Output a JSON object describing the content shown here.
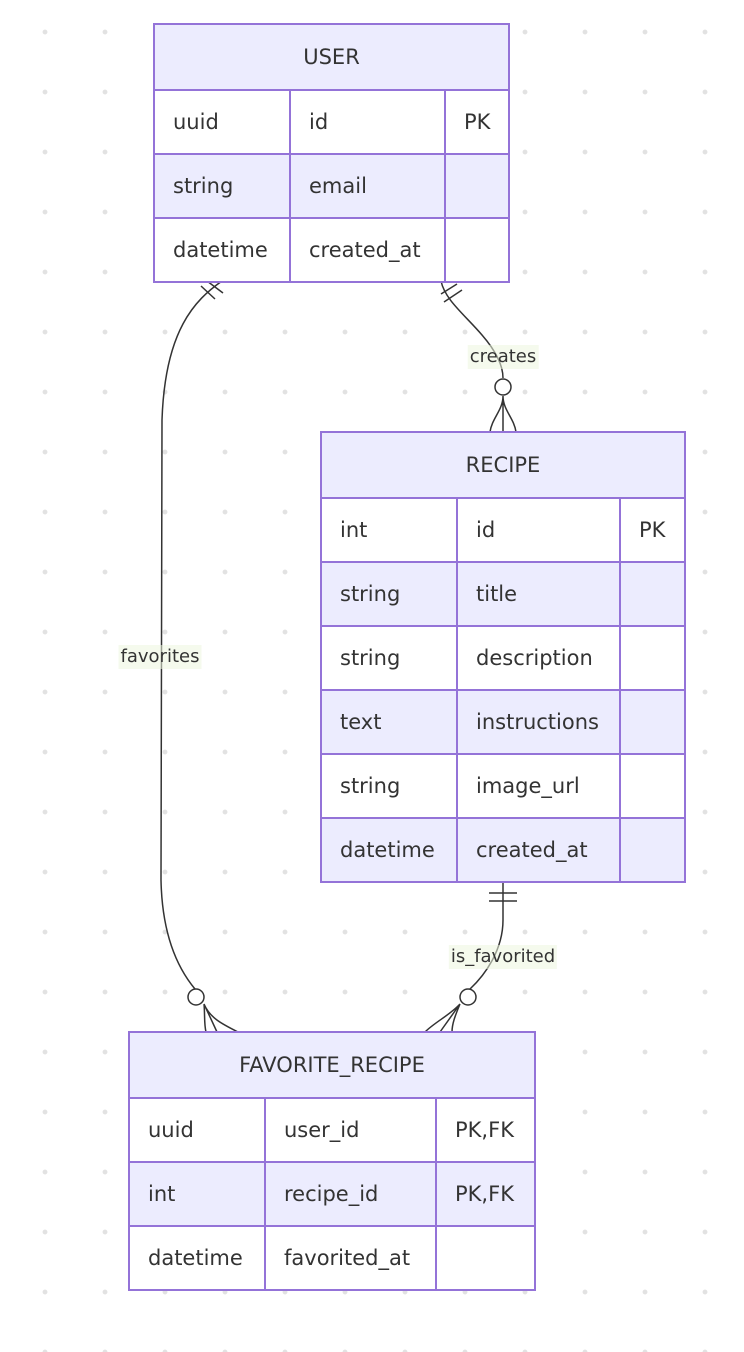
{
  "entities": {
    "user": {
      "name": "USER",
      "attributes": [
        {
          "type": "uuid",
          "name": "id",
          "key": "PK"
        },
        {
          "type": "string",
          "name": "email",
          "key": ""
        },
        {
          "type": "datetime",
          "name": "created_at",
          "key": ""
        }
      ]
    },
    "recipe": {
      "name": "RECIPE",
      "attributes": [
        {
          "type": "int",
          "name": "id",
          "key": "PK"
        },
        {
          "type": "string",
          "name": "title",
          "key": ""
        },
        {
          "type": "string",
          "name": "description",
          "key": ""
        },
        {
          "type": "text",
          "name": "instructions",
          "key": ""
        },
        {
          "type": "string",
          "name": "image_url",
          "key": ""
        },
        {
          "type": "datetime",
          "name": "created_at",
          "key": ""
        }
      ]
    },
    "favorite_recipe": {
      "name": "FAVORITE_RECIPE",
      "attributes": [
        {
          "type": "uuid",
          "name": "user_id",
          "key": "PK,FK"
        },
        {
          "type": "int",
          "name": "recipe_id",
          "key": "PK,FK"
        },
        {
          "type": "datetime",
          "name": "favorited_at",
          "key": ""
        }
      ]
    }
  },
  "relationships": {
    "creates": {
      "label": "creates",
      "from": "USER",
      "to": "RECIPE",
      "from_cardinality": "exactly-one",
      "to_cardinality": "zero-or-many"
    },
    "favorites": {
      "label": "favorites",
      "from": "USER",
      "to": "FAVORITE_RECIPE",
      "from_cardinality": "exactly-one",
      "to_cardinality": "zero-or-many"
    },
    "is_favorited": {
      "label": "is_favorited",
      "from": "RECIPE",
      "to": "FAVORITE_RECIPE",
      "from_cardinality": "exactly-one",
      "to_cardinality": "zero-or-many"
    }
  },
  "colors": {
    "border": "#9473d8",
    "header_fill": "#ececfe",
    "row_fill_alt": "#ffffff",
    "edge": "#333333",
    "label_bg": "#ecf6de"
  }
}
